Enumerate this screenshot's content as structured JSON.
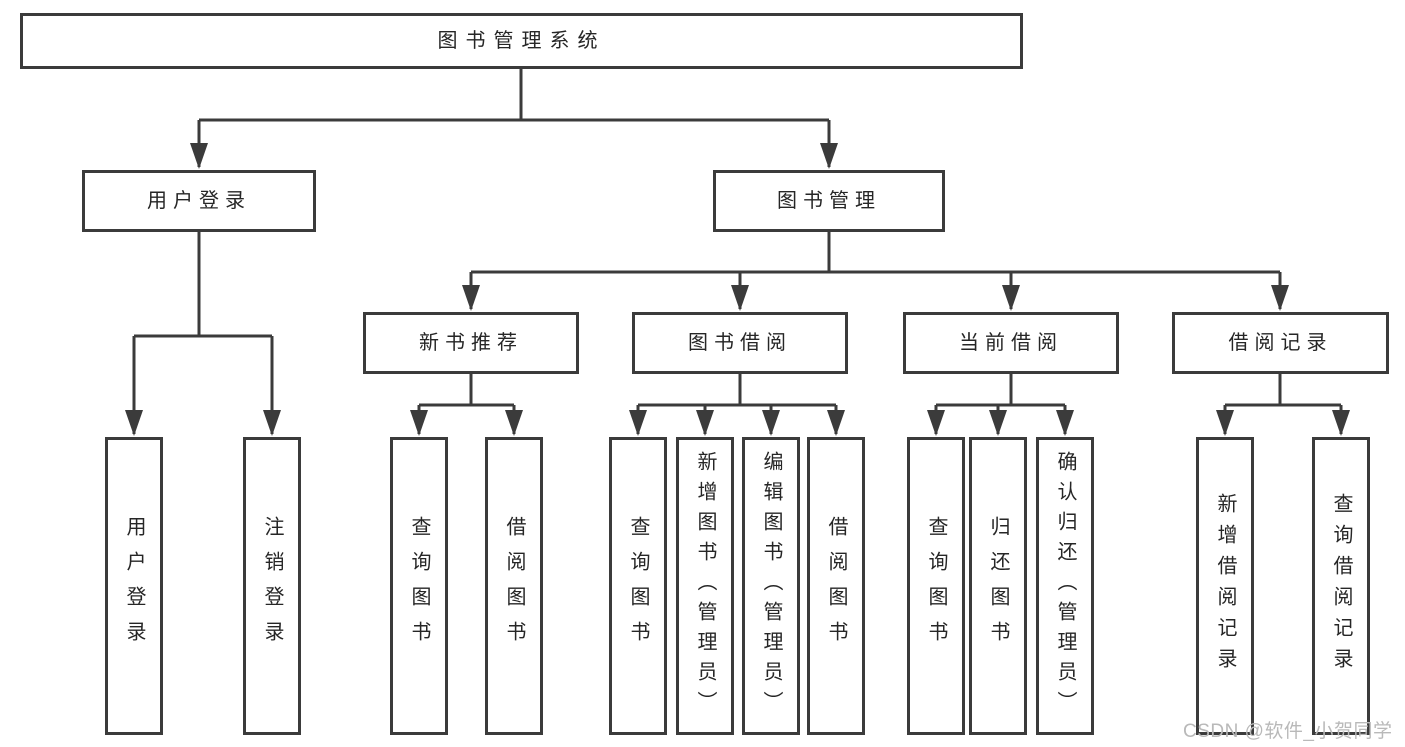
{
  "diagram": {
    "type": "hierarchy-tree",
    "tree": {
      "label": "图书管理系统",
      "children": [
        {
          "label": "用户登录",
          "children": [
            {
              "label": "用户登录"
            },
            {
              "label": "注销登录"
            }
          ]
        },
        {
          "label": "图书管理",
          "children": [
            {
              "label": "新书推荐",
              "children": [
                {
                  "label": "查询图书"
                },
                {
                  "label": "借阅图书"
                }
              ]
            },
            {
              "label": "图书借阅",
              "children": [
                {
                  "label": "查询图书"
                },
                {
                  "label": "新增图书（管理员）"
                },
                {
                  "label": "编辑图书（管理员）"
                },
                {
                  "label": "借阅图书"
                }
              ]
            },
            {
              "label": "当前借阅",
              "children": [
                {
                  "label": "查询图书"
                },
                {
                  "label": "归还图书"
                },
                {
                  "label": "确认归还（管理员）"
                }
              ]
            },
            {
              "label": "借阅记录",
              "children": [
                {
                  "label": "新增借阅记录"
                },
                {
                  "label": "查询借阅记录"
                }
              ]
            }
          ]
        }
      ]
    }
  },
  "watermark": {
    "text": "CSDN @软件_小贺同学"
  },
  "colors": {
    "line": "#3b3b3b",
    "text": "#262626",
    "watermark": "#b9b9b9",
    "background": "#ffffff"
  }
}
